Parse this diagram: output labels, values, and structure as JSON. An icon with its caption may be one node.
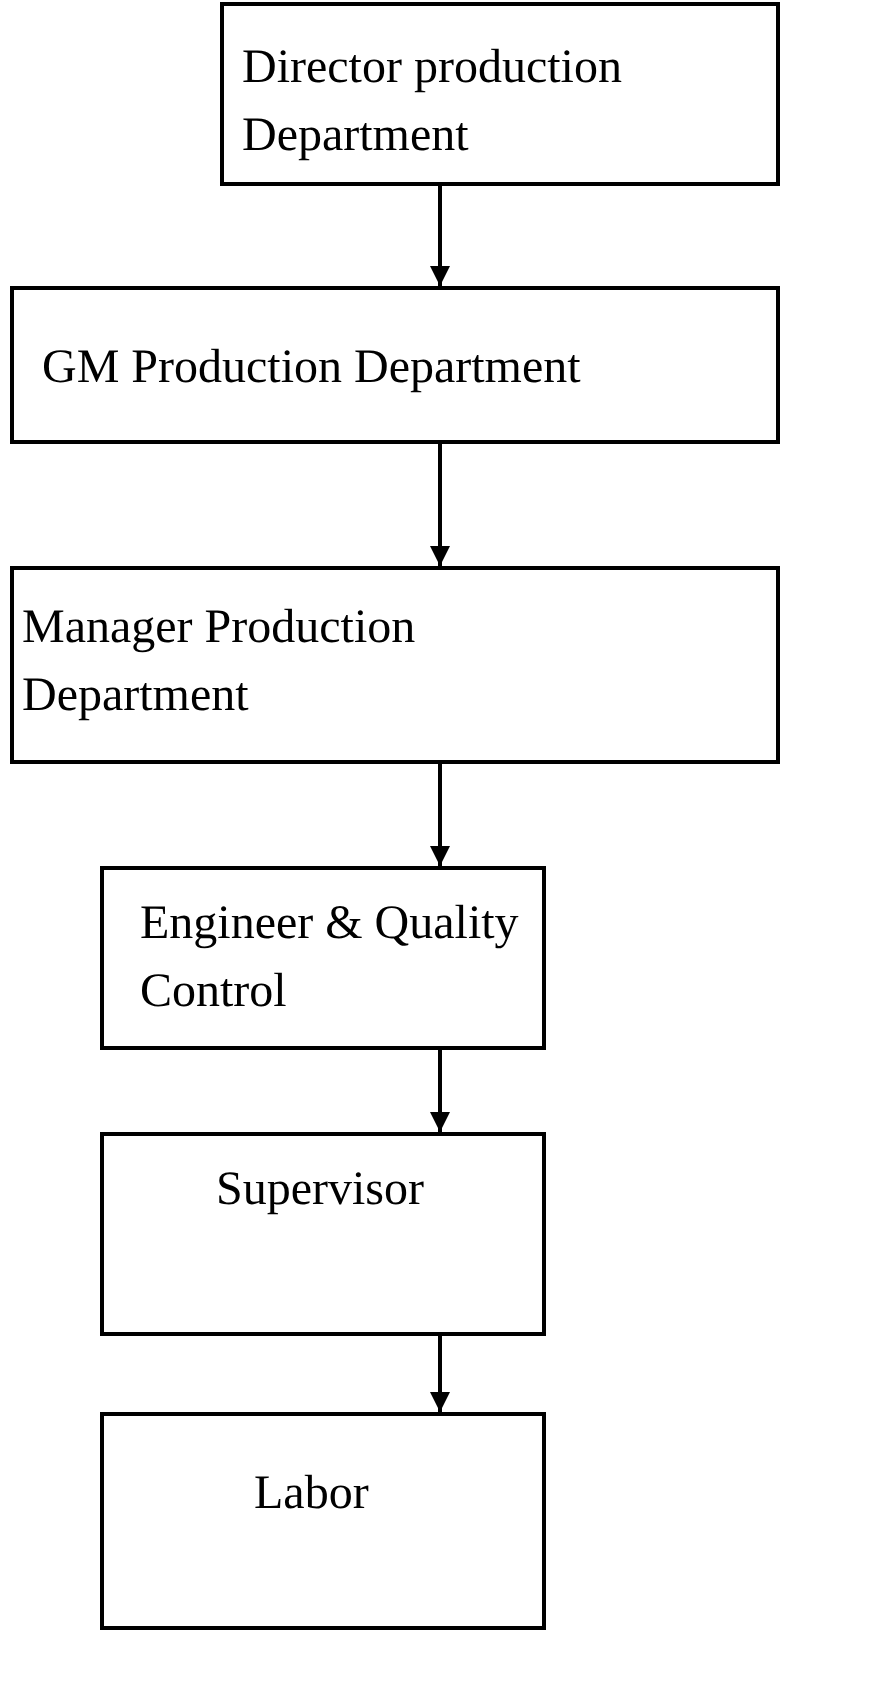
{
  "diagram": {
    "nodes": [
      {
        "text": [
          "Director production Department"
        ]
      },
      {
        "text": [
          "GM Production Department"
        ]
      },
      {
        "text": [
          "Manager Production Department"
        ]
      },
      {
        "text": [
          "Engineer & Quality Control"
        ]
      },
      {
        "text": [
          "Supervisor"
        ]
      },
      {
        "text": [
          "Labor"
        ]
      }
    ],
    "edges": [
      {
        "from": 0,
        "to": 1,
        "arrow": "to"
      },
      {
        "from": 1,
        "to": 2,
        "arrow": "to"
      },
      {
        "from": 2,
        "to": 3,
        "arrow": "to"
      },
      {
        "from": 3,
        "to": 4,
        "arrow": "to"
      },
      {
        "from": 4,
        "to": 5,
        "arrow": "to"
      }
    ]
  }
}
